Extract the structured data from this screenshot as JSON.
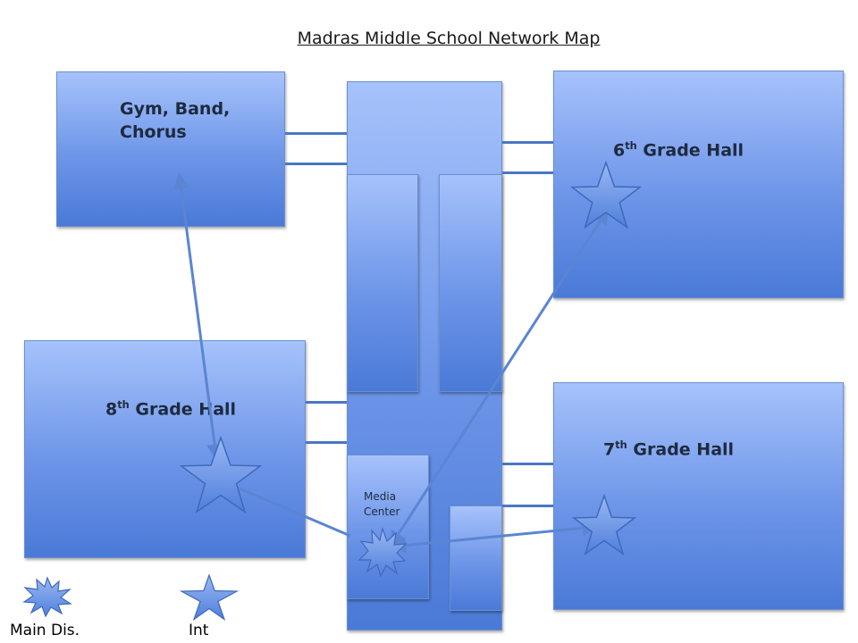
{
  "title": "Madras Middle School Network Map",
  "rooms": {
    "gym": {
      "label": "Gym, Band,\nChorus"
    },
    "grade6": {
      "label_main": "6",
      "label_sup": "th",
      "label_rest": " Grade Hall"
    },
    "grade8": {
      "label_main": "8",
      "label_sup": "th",
      "label_rest": " Grade Hall"
    },
    "grade7": {
      "label_main": "7",
      "label_sup": "th",
      "label_rest": " Grade Hall"
    },
    "media": {
      "label": "Media\nCenter"
    }
  },
  "legend": {
    "main_distribution": "Main Dis.",
    "intermediate": "Int"
  },
  "colors": {
    "room_top": "#a6c2fb",
    "room_bottom": "#4a7ad7",
    "link": "#4a77c4"
  }
}
